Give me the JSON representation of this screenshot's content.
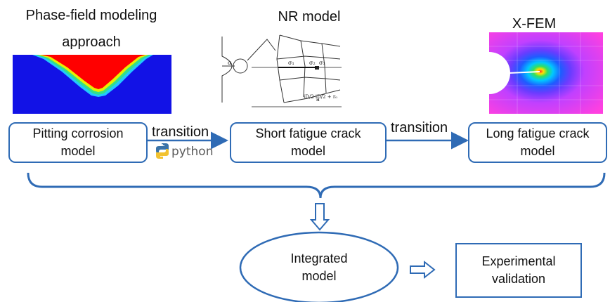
{
  "labels": {
    "phase_field_line1": "Phase-field modeling",
    "phase_field_line2": "approach",
    "nr_model": "NR model",
    "xfem": "X-FEM"
  },
  "boxes": {
    "pitting_line1": "Pitting corrosion",
    "pitting_line2": "model",
    "short_line1": "Short fatigue crack",
    "short_line2": "model",
    "long_line1": "Long fatigue crack",
    "long_line2": "model",
    "integrated_line1": "Integrated",
    "integrated_line2": "model",
    "experimental_line1": "Experimental",
    "experimental_line2": "validation"
  },
  "transitions": [
    "transition",
    "transition"
  ],
  "python_logo_text": "python",
  "nr_figure_labels": {
    "alpha": "α",
    "sigma1": "σ₁",
    "sigma2": "σ₂",
    "sigma3": "σ₃",
    "a": "a",
    "formula": "iD/2  iD/2 + r₀"
  },
  "colors": {
    "box_border": "#2f6bb5",
    "arrow": "#2f6bb5",
    "phase_field_bg": "#1010e0",
    "phase_field_pit": "#ff0000"
  }
}
